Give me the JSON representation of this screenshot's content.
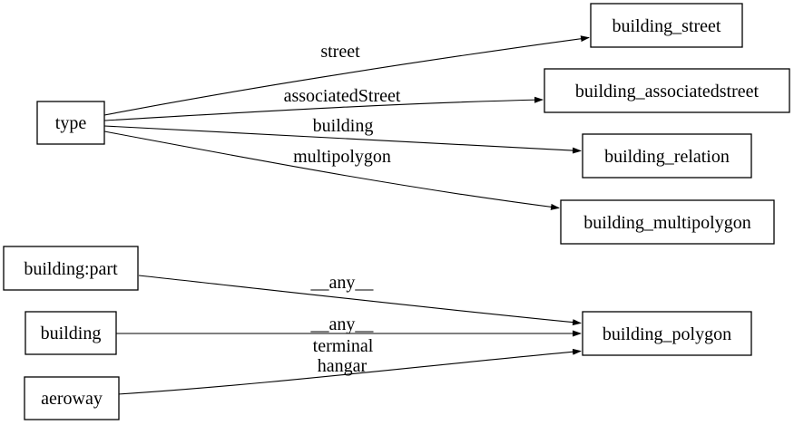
{
  "diagram": {
    "type": "directed-graph",
    "background_color": "#ffffff",
    "line_color": "#000000",
    "nodes": [
      {
        "id": "type",
        "label": "type"
      },
      {
        "id": "building_street",
        "label": "building_street"
      },
      {
        "id": "building_associatedstreet",
        "label": "building_associatedstreet"
      },
      {
        "id": "building_relation",
        "label": "building_relation"
      },
      {
        "id": "building_multipolygon",
        "label": "building_multipolygon"
      },
      {
        "id": "building_polygon",
        "label": "building_polygon"
      },
      {
        "id": "building:part",
        "label": "building:part"
      },
      {
        "id": "building",
        "label": "building"
      },
      {
        "id": "aeroway",
        "label": "aeroway"
      }
    ],
    "edges": [
      {
        "from": "type",
        "to": "building_street",
        "label": "street"
      },
      {
        "from": "type",
        "to": "building_associatedstreet",
        "label": "associatedStreet"
      },
      {
        "from": "type",
        "to": "building_relation",
        "label": "building"
      },
      {
        "from": "type",
        "to": "building_multipolygon",
        "label": "multipolygon"
      },
      {
        "from": "building:part",
        "to": "building_polygon",
        "label": "__any__"
      },
      {
        "from": "building",
        "to": "building_polygon",
        "label": "__any__"
      },
      {
        "from": "aeroway",
        "to": "building_polygon",
        "label": "terminal hangar",
        "label_lines": [
          "terminal",
          "hangar"
        ]
      }
    ]
  }
}
